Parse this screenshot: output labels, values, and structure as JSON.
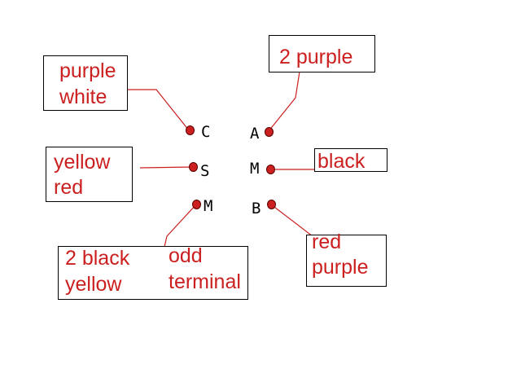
{
  "colors": {
    "wire_label": "#cc1f1f",
    "box_border": "#000000",
    "terminal_dot": "#cc1f1f",
    "terminal_letter": "#000000",
    "background": "#ffffff"
  },
  "terminals": {
    "c": "C",
    "a": "A",
    "s": "S",
    "m_right": "M",
    "m_left": "M",
    "b": "B"
  },
  "labels": {
    "c": [
      "purple",
      "white"
    ],
    "a": [
      "2 purple"
    ],
    "s": [
      "yellow",
      "red"
    ],
    "m_right": [
      "black"
    ],
    "m_left_wires": [
      "2 black",
      "yellow"
    ],
    "m_left_note": [
      "odd",
      "terminal"
    ],
    "b": [
      "red",
      "purple"
    ]
  }
}
